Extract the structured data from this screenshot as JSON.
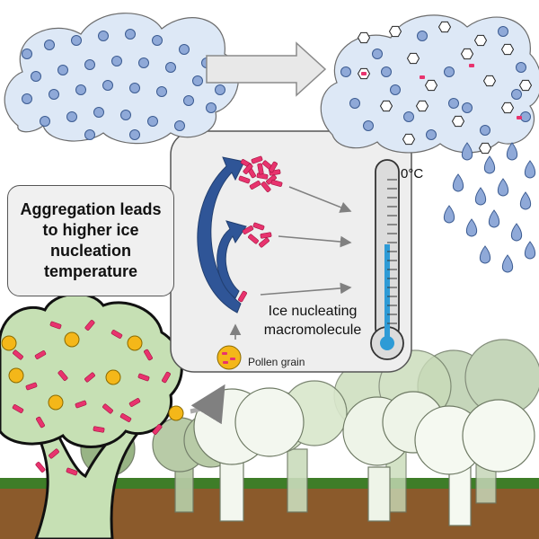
{
  "caption": "Aggregation leads to higher ice nucleation temperature",
  "labels": {
    "molecule": "Ice nucleating macromolecule",
    "pollen": "Pollen grain",
    "zero_degrees": "0°C"
  },
  "colors": {
    "droplet": "#8fa9d8",
    "molecule": "#e8336e",
    "pollen": "#f4b719",
    "arrow_blue": "#2f5597",
    "panel": "#eeeeee",
    "ground": "#8b5a2b",
    "grass": "#3e7d28",
    "tree_green": "#c6e0b4",
    "mercury": "#2e9bd6"
  },
  "icons": [
    "cloud",
    "ice-crystal-icon",
    "raindrop-icon",
    "thermometer-icon",
    "tree-icon",
    "pollen-icon"
  ]
}
